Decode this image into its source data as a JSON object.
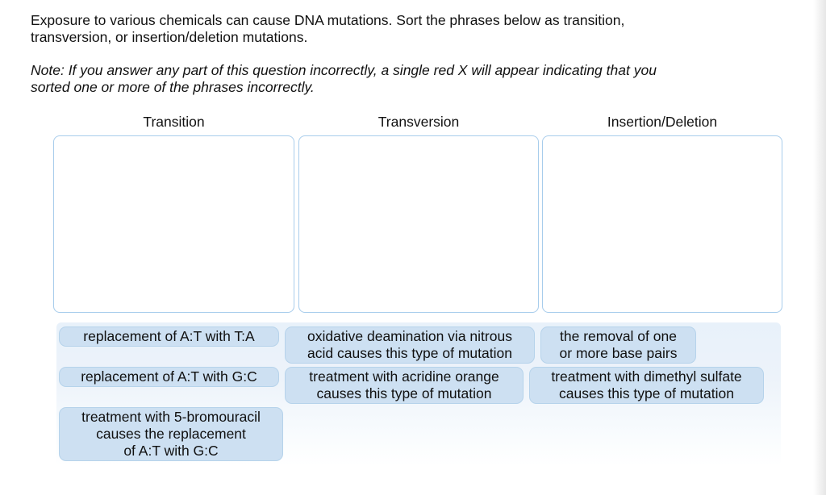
{
  "instructions": {
    "intro": "Exposure to various chemicals can cause DNA mutations. Sort the phrases below as transition,\ntransversion, or insertion/deletion mutations.",
    "note": "Note: If you answer any part of this question incorrectly, a single red X will appear indicating that you\nsorted one or more of the phrases incorrectly."
  },
  "categories": [
    {
      "label": "Transition"
    },
    {
      "label": "Transversion"
    },
    {
      "label": "Insertion/Deletion"
    }
  ],
  "bank": {
    "items": [
      {
        "label": "replacement of A:T with T:A"
      },
      {
        "label": "oxidative deamination via nitrous\nacid causes this type of mutation"
      },
      {
        "label": "the removal of one\nor more base pairs"
      },
      {
        "label": "replacement of A:T with G:C"
      },
      {
        "label": "treatment with acridine orange\ncauses this type of mutation"
      },
      {
        "label": "treatment with dimethyl sulfate\ncauses this type of mutation"
      },
      {
        "label": "treatment with 5-bromouracil\ncauses the replacement\nof A:T with G:C"
      }
    ]
  },
  "colors": {
    "chip_fill": "#cde0f2",
    "chip_border": "#b6d3eb",
    "dropbox_border": "#a8cdec",
    "bank_background_top": "#e8f1fa",
    "text": "#111111"
  }
}
